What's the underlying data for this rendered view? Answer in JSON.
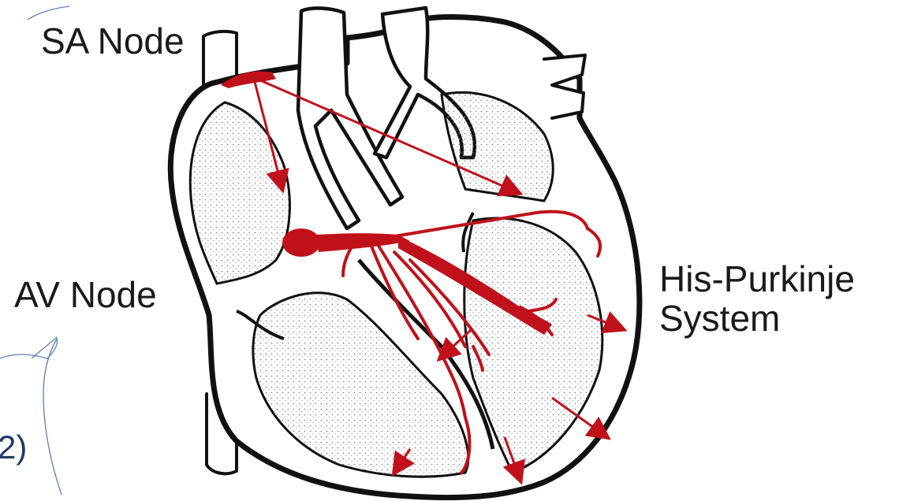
{
  "labels": {
    "sa_node": "SA Node",
    "av_node": "AV Node",
    "his_purkinje_line1": "His-Purkinje",
    "his_purkinje_line2": "System",
    "partial_text": "2)"
  },
  "colors": {
    "conduction": "#c0111b",
    "outline": "#111111",
    "stipple": "#9a9a9a",
    "callout_line": "#5b7fb8",
    "label_text": "#1a1a1a",
    "partial_text": "#1f3a66"
  }
}
